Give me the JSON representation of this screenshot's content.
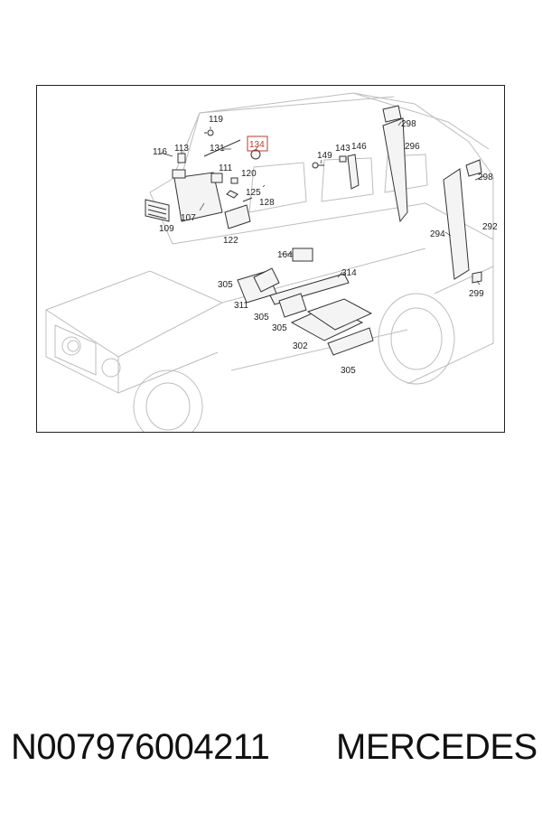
{
  "diagram": {
    "callouts": {
      "c119": "119",
      "c116": "116",
      "c113": "113",
      "c131": "131",
      "c134": "134",
      "c111": "111",
      "c120": "120",
      "c125": "125",
      "c128": "128",
      "c107": "107",
      "c109": "109",
      "c122": "122",
      "c149": "149",
      "c143": "143",
      "c146": "146",
      "c298a": "298",
      "c296": "296",
      "c298b": "298",
      "c292": "292",
      "c294": "294",
      "c299": "299",
      "c164": "164",
      "c314": "314",
      "c305a": "305",
      "c311": "311",
      "c305b": "305",
      "c305c": "305",
      "c302": "302",
      "c305d": "305"
    },
    "highlighted_callout": "134",
    "highlight_color": "#c0392b",
    "line_color": "#b8b8b8",
    "part_color": "#333333"
  },
  "footer": {
    "part_number": "N007976004211",
    "brand": "MERCEDES"
  }
}
